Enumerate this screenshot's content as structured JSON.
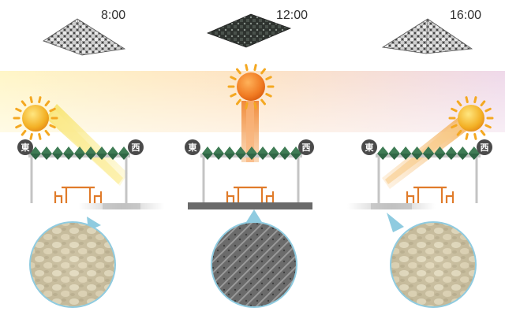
{
  "panels": [
    {
      "time": "8:00",
      "east": "東",
      "west": "西",
      "sun_position": "east-low",
      "shade": "light"
    },
    {
      "time": "12:00",
      "east": "東",
      "west": "西",
      "sun_position": "overhead",
      "shade": "dense"
    },
    {
      "time": "16:00",
      "east": "東",
      "west": "西",
      "sun_position": "west-low",
      "shade": "light"
    }
  ],
  "colors": {
    "sun": "#f2a623",
    "ray_morning": "#f5e06a",
    "ray_noon": "#ee7f2a",
    "ray_afternoon": "#f3b25d",
    "canopy_green": "#3f7c55",
    "post": "#bdbdbd",
    "furniture": "#e07b2a",
    "badge": "#4a4a4a",
    "magnifier_border": "#8fcbe0",
    "shadow_light": "#c8c8c8",
    "shadow_dense": "#6a6a6a"
  },
  "icons": [
    "sun-icon",
    "canopy-sail-icon",
    "picnic-table-icon",
    "magnifier-icon"
  ]
}
